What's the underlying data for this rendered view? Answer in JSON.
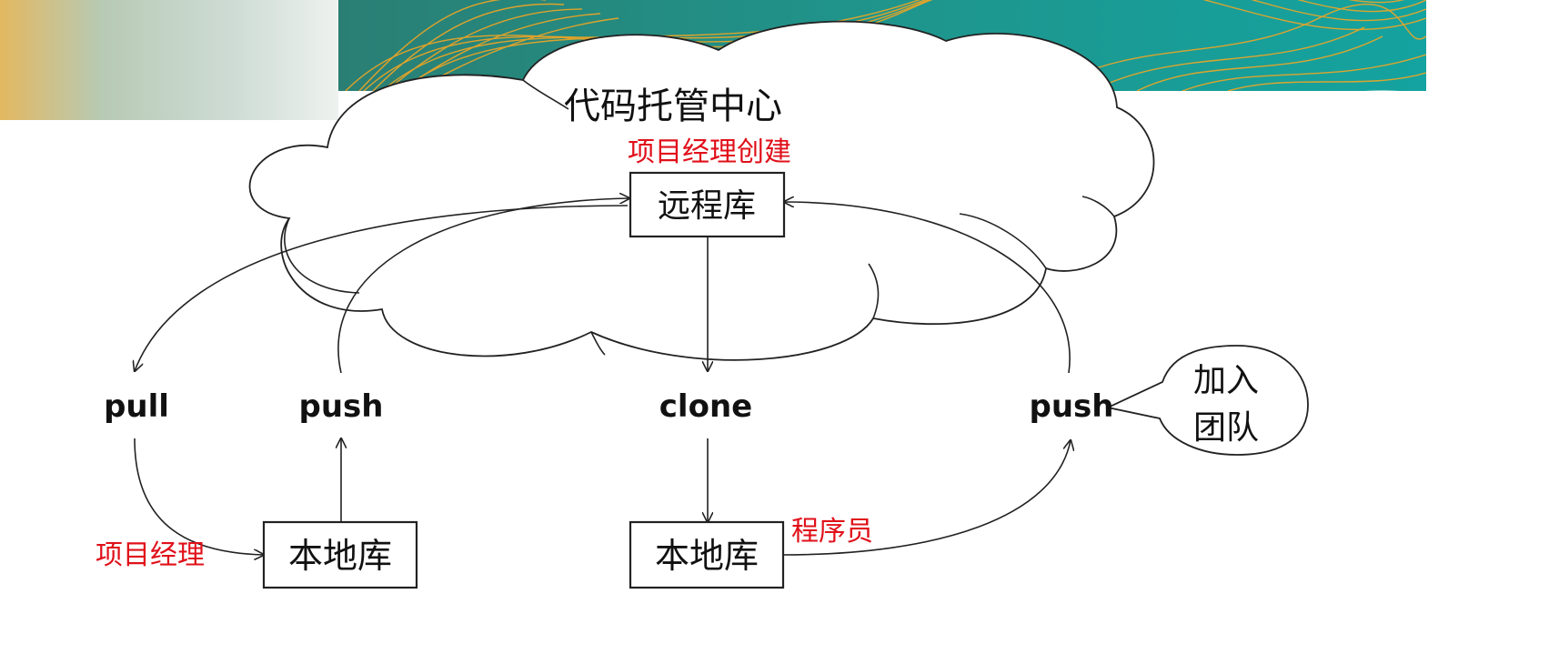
{
  "cloud_title": "代码托管中心",
  "creator_note": "项目经理创建",
  "remote_repo": "远程库",
  "ops": {
    "pull": "pull",
    "push_left": "push",
    "clone": "clone",
    "push_right": "push"
  },
  "local_repo_left": "本地库",
  "local_repo_right": "本地库",
  "pm_note": "项目经理",
  "programmer_note": "程序员",
  "join_line1": "加入",
  "join_line2": "团队",
  "colors": {
    "header_teal": "#1e8f87",
    "header_orange": "#f2a623",
    "note_red": "#e0101a",
    "line": "#222222"
  }
}
